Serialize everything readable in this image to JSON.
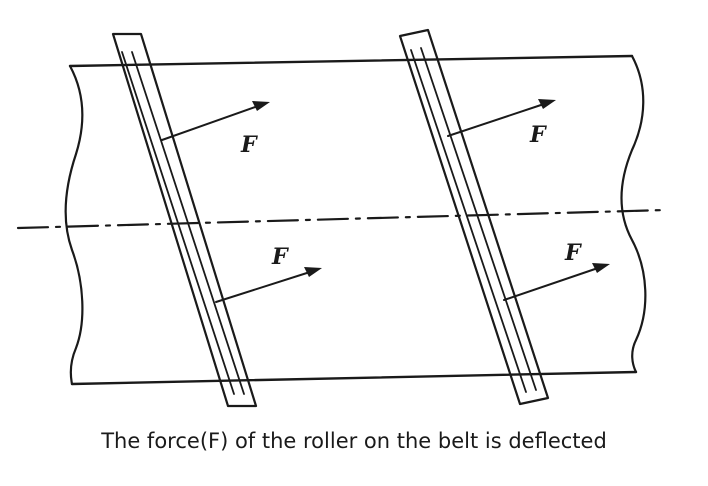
{
  "diagram": {
    "force_labels": [
      "F",
      "F",
      "F",
      "F"
    ]
  },
  "caption": "The force(F) of the roller on the belt is deflected",
  "colors": {
    "ink": "#1a1a1a",
    "background": "#ffffff"
  }
}
